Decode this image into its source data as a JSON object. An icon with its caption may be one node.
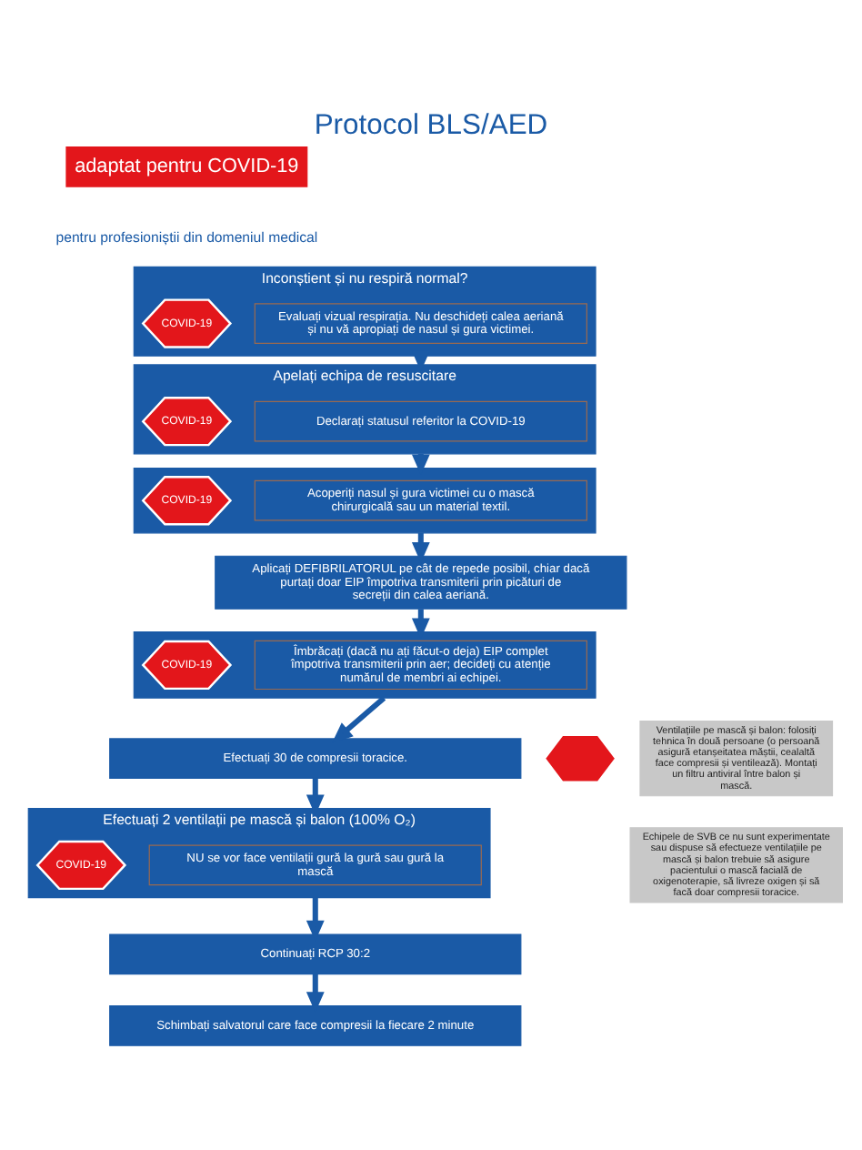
{
  "diagram": {
    "title": "Protocol BLS/AED",
    "nodes": [
      {
        "text": [
          "Inconștient și nu respiră normal?"
        ]
      },
      {
        "text": [
          "COVID-19"
        ],
        "in": 0
      },
      {
        "text": [
          "Evaluați vizual respirația. Nu deschideți calea aeriană și nu vă apropiați de nasul și gura victimei."
        ],
        "in": 0
      },
      {
        "text": [
          "Apelați echipa de resuscitare"
        ]
      },
      {
        "text": [
          "COVID-19"
        ],
        "in": 3
      },
      {
        "text": [
          "Declarați statusul referitor la COVID-19"
        ],
        "in": 3
      },
      {
        "text": [],
        "shape": "box"
      },
      {
        "text": [
          "COVID-19"
        ],
        "in": 6
      },
      {
        "text": [
          "Acoperiți nasul și gura victimei cu o mască chirurgicală sau un material textil."
        ],
        "in": 6
      },
      {
        "text": [
          "Aplicați DEFIBRILATORUL pe cât de repede posibil, chiar dacă purtați doar EIP împotriva transmiterii prin picături de secreții din calea aeriană."
        ]
      },
      {
        "text": [],
        "shape": "box"
      },
      {
        "text": [
          "COVID-19"
        ],
        "in": 10
      },
      {
        "text": [
          "Îmbrăcați (dacă nu ați făcut-o deja) EIP complet împotriva transmiterii prin aer; decideți cu atenție numărul de membri ai echipei."
        ],
        "in": 10
      },
      {
        "text": [
          "Efectuați 30 de compresii toracice."
        ]
      },
      {
        "text": [
          "Efectuați 2 ventilații pe mască și balon (100% O₂)"
        ]
      },
      {
        "text": [
          "COVID-19"
        ],
        "in": 14
      },
      {
        "text": [
          "NU se vor face ventilații gură la gură sau gură la mască"
        ],
        "in": 14
      },
      {
        "text": [
          "Continuați RCP 30:2"
        ]
      },
      {
        "text": [
          "Schimbați salvatorul care face compresii la fiecare 2 minute"
        ]
      },
      {
        "text": [],
        "shape": "hexagon"
      },
      {
        "text": [
          "Ventilațiile pe mască și balon: folosiți tehnica în două persoane (o persoană asigură etanșeitatea măștii, cealaltă face compresii și ventilează). Montați un filtru antiviral între balon și mască."
        ]
      },
      {
        "text": [
          "Echipele de SVB ce nu sunt experimentate sau dispuse să efectueze ventilațiile pe mască și balon trebuie să asigure pacientului o mască facială de oxigenoterapie, să livreze oxigen și să facă doar compresii toracice."
        ]
      }
    ],
    "edges": [
      {
        "from": 0,
        "to": 3,
        "arrow": "to"
      },
      {
        "from": 3,
        "to": 6,
        "arrow": "to"
      },
      {
        "from": 6,
        "to": 9,
        "arrow": "to"
      },
      {
        "from": 9,
        "to": 10,
        "arrow": "to"
      },
      {
        "from": 10,
        "to": 13,
        "arrow": "to"
      },
      {
        "from": 13,
        "to": 14,
        "arrow": "to"
      },
      {
        "from": 14,
        "to": 17,
        "arrow": "to"
      },
      {
        "from": 17,
        "to": 18,
        "arrow": "to"
      }
    ],
    "labels": [
      "adaptat pentru COVID-19",
      "pentru profesioniștii din domeniul medical"
    ]
  }
}
